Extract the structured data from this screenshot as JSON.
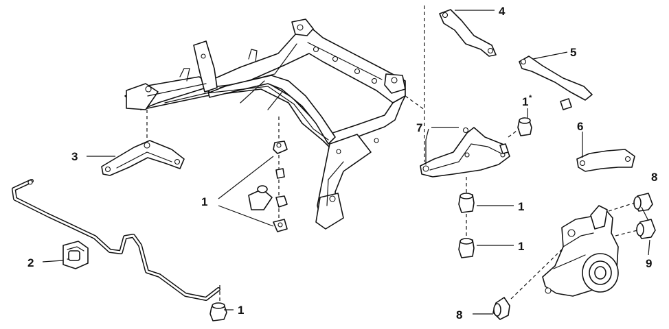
{
  "diagram": {
    "callouts": {
      "c1_sub_a": "1",
      "c1_sub_b": "1",
      "c1_arm_a": "1",
      "c1_arm_b": "1",
      "c1_star": "1",
      "c1_star_mark": "*",
      "c1_bottom": "1",
      "c2": "2",
      "c3": "3",
      "c4": "4",
      "c5": "5",
      "c6": "6",
      "c7": "7",
      "c8_top": "8",
      "c8_bottom": "8",
      "c9": "9"
    }
  }
}
